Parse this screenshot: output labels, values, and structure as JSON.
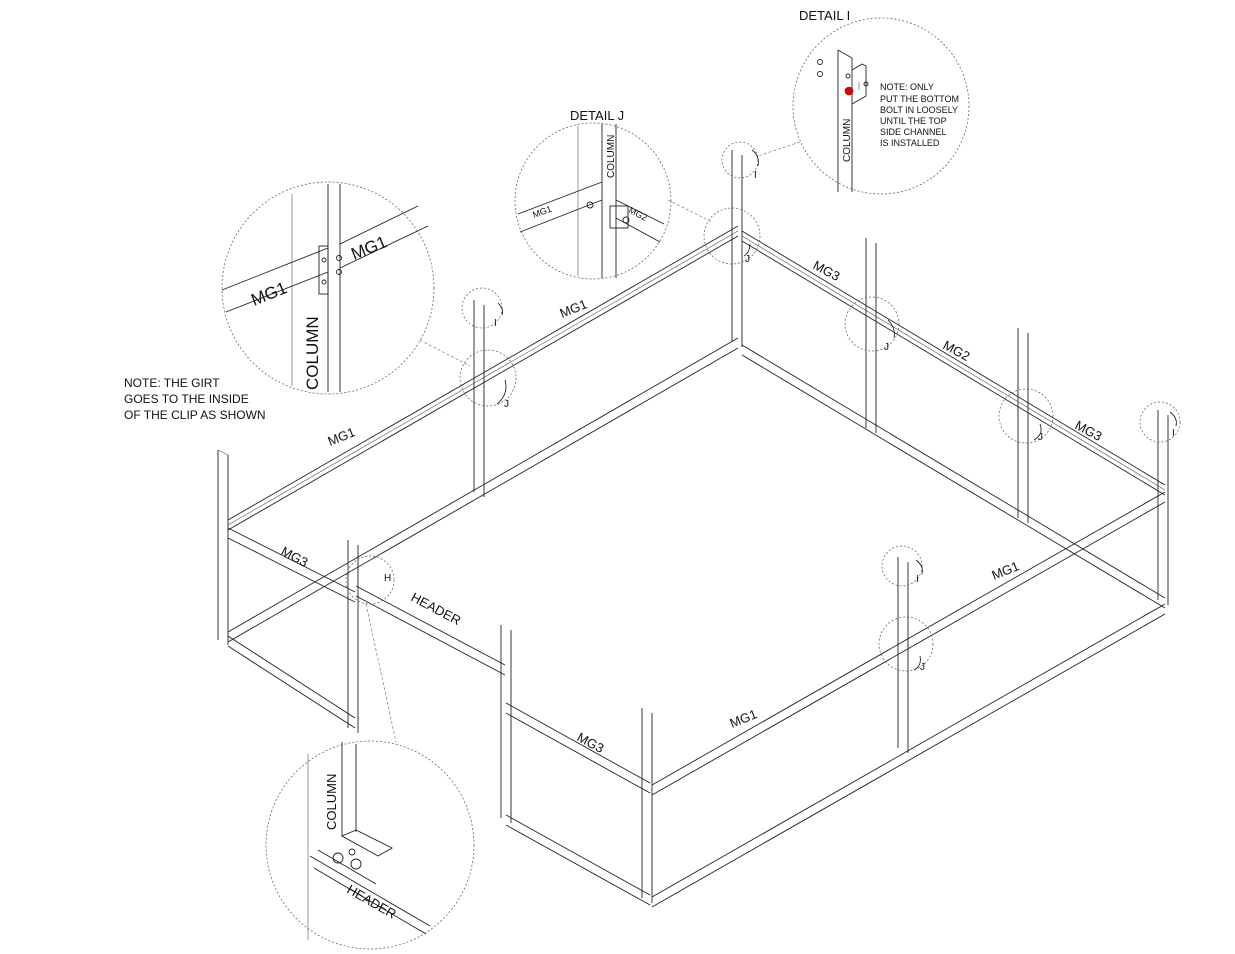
{
  "titles": {
    "detail_i": "DETAIL  I",
    "detail_j": "DETAIL  J"
  },
  "notes": {
    "girt": [
      "NOTE: THE GIRT",
      "GOES TO THE INSIDE",
      "OF THE CLIP AS SHOWN"
    ],
    "bolt": [
      "NOTE: ONLY",
      "PUT THE BOTTOM",
      "BOLT IN LOOSELY",
      "UNTIL THE TOP",
      "SIDE CHANNEL",
      "IS INSTALLED"
    ]
  },
  "parts": {
    "mg1": "MG1",
    "mg2": "MG2",
    "mg3": "MG3",
    "header": "HEADER",
    "column": "COLUMN"
  },
  "refs": {
    "i": "I",
    "j": "J",
    "h": "H"
  },
  "colors": {
    "line": "#222222",
    "highlight_bolt": "#e00000"
  }
}
